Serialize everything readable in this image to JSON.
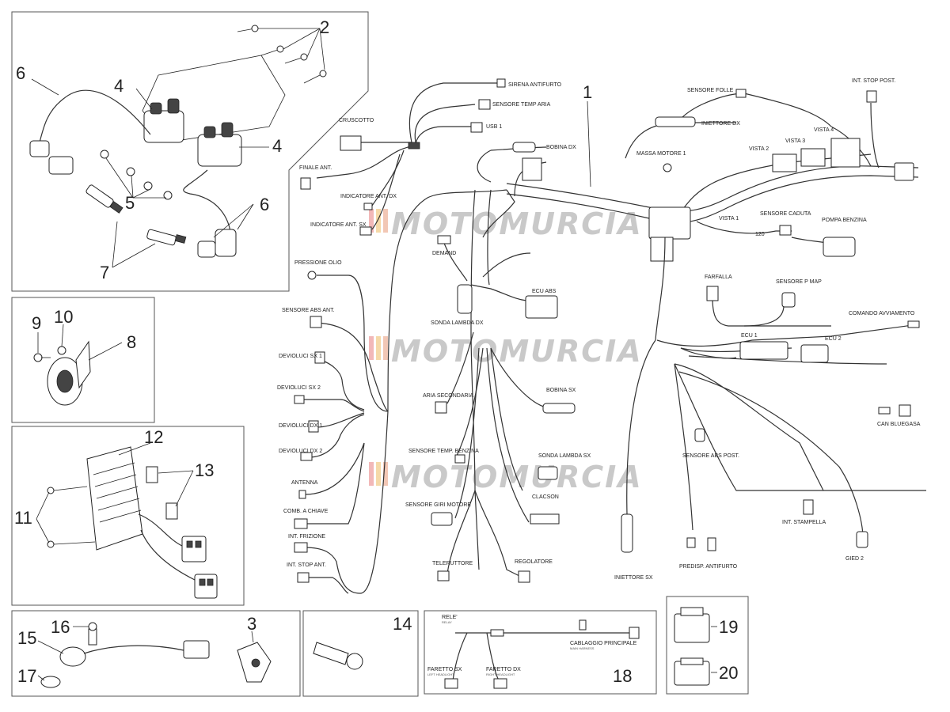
{
  "watermark": "MOTOMURCIA",
  "callouts": {
    "n1": "1",
    "n2": "2",
    "n3": "3",
    "n4a": "4",
    "n4b": "4",
    "n5": "5",
    "n6a": "6",
    "n6b": "6",
    "n7": "7",
    "n8": "8",
    "n9": "9",
    "n10": "10",
    "n11": "11",
    "n12": "12",
    "n13": "13",
    "n14": "14",
    "n15": "15",
    "n16": "16",
    "n17": "17",
    "n18": "18",
    "n19": "19",
    "n20": "20"
  },
  "harness_labels": {
    "cruscotto": "CRUSCOTTO",
    "sirena": "SIRENA ANTIFURTO",
    "sensore_temp_aria": "SENSORE TEMP ARIA",
    "usb": "USB 1",
    "bobina_dx": "BOBINA DX",
    "frecce_ant": "FINALE ANT.",
    "indicatore_ant_dx": "INDICATORE ANT. DX",
    "indicatore_ant_sx": "INDICATORE ANT. SX",
    "pressione_olio": "PRESSIONE OLIO",
    "sensore_abs_ant": "SENSORE ABS ANT.",
    "devioluci_sx1": "DEVIOLUCI SX 1",
    "devioluci_sx2": "DEVIOLUCI SX 2",
    "devioluci_dx1": "DEVIOLUCI DX 1",
    "devioluci_dx2": "DEVIOLUCI DX 2",
    "antenna": "ANTENNA",
    "comb_chiave": "COMB. A CHIAVE",
    "int_frizione": "INT. FRIZIONE",
    "int_stop_ant": "INT. STOP ANT.",
    "demand": "DEMAND",
    "sonda_lambda_dx": "SONDA LAMBDA DX",
    "ecu_abs": "ECU ABS",
    "aria_secondaria": "ARIA SECONDARIA",
    "bobina_sx": "BOBINA SX",
    "sensore_temp_benzina": "SENSORE TEMP. BENZINA",
    "sonda_lambda_sx": "SONDA LAMBDA SX",
    "sensore_giri_motore": "SENSORE GIRI MOTORE",
    "clacson": "CLACSON",
    "teleruttore": "TELERUTTORE",
    "regolatore": "REGOLATORE",
    "sensore_folle": "SENSORE FOLLE",
    "iniettore_dx": "INIETTORE DX",
    "int_stop_post": "INT. STOP POST.",
    "massa_motore": "MASSA MOTORE 1",
    "sensore_caduta": "SENSORE CADUTA",
    "pompa_benzina": "POMPA BENZINA",
    "farfalla": "FARFALLA",
    "sensore_p_map": "SENSORE P MAP",
    "comando_avviamento": "COMANDO AVVIAMENTO",
    "ecu1": "ECU 1",
    "ecu2": "ECU 2",
    "can_bluegasa": "CAN BLUEGASA",
    "sensore_abs_post": "SENSORE ABS POST.",
    "iniettore_sx": "INIETTORE SX",
    "predisp_antifurto": "PREDISP. ANTIFURTO",
    "int_stampella": "INT. STAMPELLA",
    "gear": "GIED 2",
    "vista_1": "VISTA 1",
    "vista_2": "VISTA 2",
    "vista_3": "VISTA 3",
    "vista_4": "VISTA 4",
    "tp120": "120"
  },
  "aux_harness": {
    "rele": "RELE'",
    "relay": "RELAY",
    "cablaggio": "CABLAGGIO PRINCIPALE",
    "main_harness": "MAIN HARNESS",
    "faretto_sx": "FARETTO SX",
    "left_headlight": "LEFT HEADLIGHT",
    "faretto_dx": "FARETTO DX",
    "right_headlight": "RIGHT HEADLIGHT"
  }
}
